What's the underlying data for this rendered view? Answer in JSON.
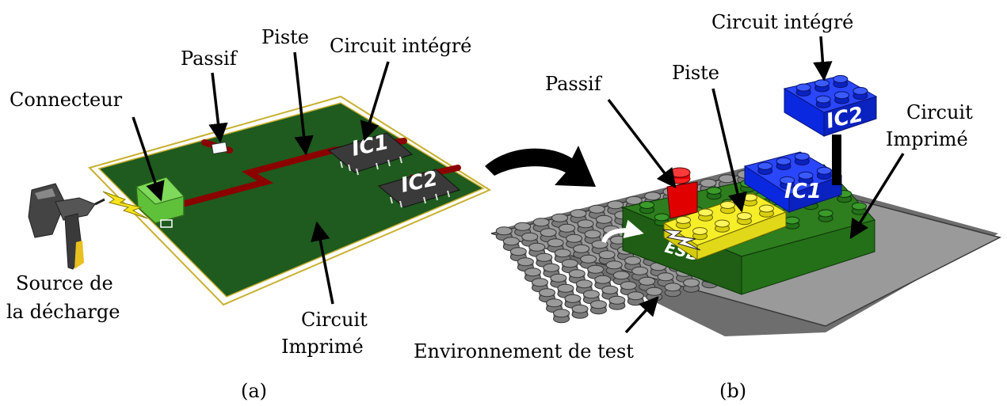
{
  "panel_a": {
    "caption": "(a)",
    "labels": {
      "connecteur": "Connecteur",
      "passif": "Passif",
      "piste": "Piste",
      "circuit_integre": "Circuit intégré",
      "source_line1": "Source de",
      "source_line2": "la décharge",
      "pcb_line1": "Circuit",
      "pcb_line2": "Imprimé"
    },
    "chips": {
      "ic1": "IC1",
      "ic2": "IC2"
    }
  },
  "panel_b": {
    "caption": "(b)",
    "labels": {
      "circuit_integre": "Circuit intégré",
      "piste": "Piste",
      "passif": "Passif",
      "pcb_line1": "Circuit",
      "pcb_line2": "Imprimé",
      "environnement": "Environnement de test"
    },
    "blocks": {
      "ic1": "IC1",
      "ic2": "IC2",
      "esd": "ESD"
    }
  },
  "colors": {
    "pcb_green": "#1f5a1f",
    "trace_red": "#8b0000",
    "lego_gray": "#8c8c8c",
    "lego_green": "#2e7d1e",
    "lego_blue": "#0a28e0",
    "lego_yellow": "#f7ee2a",
    "lego_red": "#e00000",
    "connector_green": "#5fc03a",
    "spark_yellow": "#f7e41c"
  }
}
